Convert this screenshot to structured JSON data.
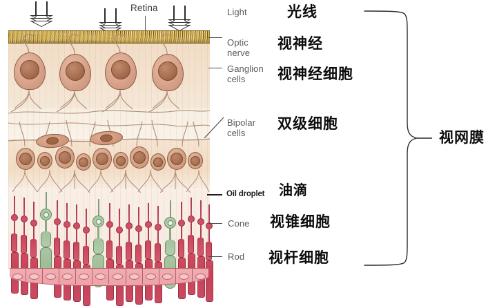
{
  "figure": {
    "title": "Retina cross-section diagram with bilingual labels",
    "bracket_label_cn": "视网膜"
  },
  "labels_en": {
    "retina": "Retina",
    "light": "Light",
    "optic_nerve": "Optic\nnerve",
    "ganglion_cells": "Ganglion\ncells",
    "bipolar_cells": "Bipolar\ncells",
    "oil_droplet": "Oil droplet",
    "cone": "Cone",
    "rod": "Rod"
  },
  "labels_cn": {
    "light": "光线",
    "optic_nerve": "视神经",
    "ganglion_cells": "视神经细胞",
    "bipolar_cells": "双级细胞",
    "oil_droplet": "油滴",
    "cone": "视锥细胞",
    "rod": "视杆细胞"
  },
  "colors": {
    "nerve_fiber_layer": "#caa23c",
    "ganglion_layer_bg": "#f2ddc6",
    "cell_body": "#dba78f",
    "cell_nucleus": "#a96f52",
    "rod": "#c4435a",
    "cone": "#9dbd97",
    "pigment_epithelium": "#eda2a8",
    "label_gray": "#5a5a5a",
    "label_black": "#0c0c0c",
    "leader_line": "#4a4a4a"
  },
  "structure": {
    "layers": [
      "nerve fiber layer",
      "ganglion cell layer",
      "inner plexiform layer",
      "inner nuclear layer (bipolar cells)",
      "outer nuclear layer (rods and cones)",
      "retinal pigment epithelium"
    ],
    "light_arrow_count": 3,
    "ganglion_cell_count": 4,
    "cone_count": 3
  }
}
